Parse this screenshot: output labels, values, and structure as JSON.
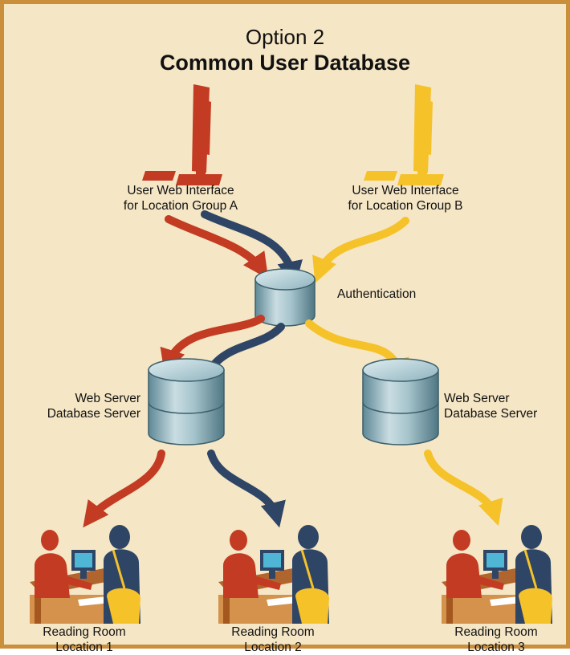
{
  "title": {
    "line1": "Option 2",
    "line2": "Common User Database"
  },
  "interfaces": [
    {
      "line1": "User Web Interface",
      "line2": "for Location Group A",
      "color": "#c23b22"
    },
    {
      "line1": "User Web Interface",
      "line2": "for Location Group B",
      "color": "#f6c22a"
    }
  ],
  "auth": {
    "label": "Authentication"
  },
  "servers": [
    {
      "line1": "Web Server",
      "line2": "Database Server"
    },
    {
      "line1": "Web Server",
      "line2": "Database Server"
    }
  ],
  "rooms": [
    {
      "line1": "Reading Room",
      "line2": "Location 1"
    },
    {
      "line1": "Reading Room",
      "line2": "Location 2"
    },
    {
      "line1": "Reading Room",
      "line2": "Location 3"
    }
  ],
  "colors": {
    "background": "#f5e6c5",
    "border": "#c98f3b",
    "group_a": "#c23b22",
    "group_b": "#f6c22a",
    "navy": "#2e4566",
    "database": "#8fb3be"
  }
}
